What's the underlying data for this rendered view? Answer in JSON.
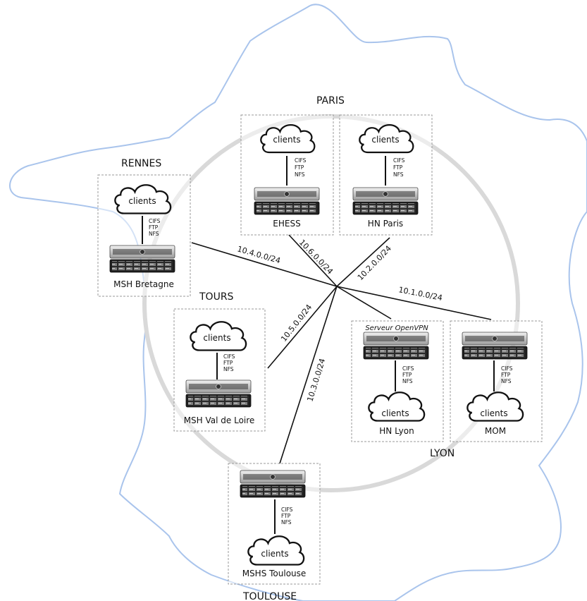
{
  "cities": {
    "paris": "PARIS",
    "rennes": "RENNES",
    "tours": "TOURS",
    "lyon": "LYON",
    "toulouse": "TOULOUSE"
  },
  "sites": {
    "ehess": {
      "name": "EHESS",
      "cloud": "clients",
      "protocols": [
        "CIFS",
        "FTP",
        "NFS"
      ]
    },
    "hn_paris": {
      "name": "HN Paris",
      "cloud": "clients",
      "protocols": [
        "CIFS",
        "FTP",
        "NFS"
      ]
    },
    "msh_bretagne": {
      "name": "MSH Bretagne",
      "cloud": "clients",
      "protocols": [
        "CIFS",
        "FTP",
        "NFS"
      ]
    },
    "msh_val_de_loire": {
      "name": "MSH Val de Loire",
      "cloud": "clients",
      "protocols": [
        "CIFS",
        "FTP",
        "NFS"
      ]
    },
    "hn_lyon": {
      "name": "HN Lyon",
      "server_label": "Serveur OpenVPN",
      "cloud": "clients",
      "protocols": [
        "CIFS",
        "FTP",
        "NFS"
      ]
    },
    "mom": {
      "name": "MOM",
      "cloud": "clients",
      "protocols": [
        "CIFS",
        "FTP",
        "NFS"
      ]
    },
    "mshs_toulouse": {
      "name": "MSHS Toulouse",
      "cloud": "clients",
      "protocols": [
        "CIFS",
        "FTP",
        "NFS"
      ]
    }
  },
  "subnets": {
    "rennes": "10.4.0.0/24",
    "ehess": "10.6.0.0/24",
    "hn_paris": "10.2.0.0/24",
    "mom": "10.1.0.0/24",
    "tours": "10.5.0.0/24",
    "toulouse": "10.3.0.0/24"
  },
  "colors": {
    "map_outline": "#a9c4ec",
    "ring": "#d9d9d9",
    "box_border": "#9a9a9a",
    "line": "#111111"
  }
}
